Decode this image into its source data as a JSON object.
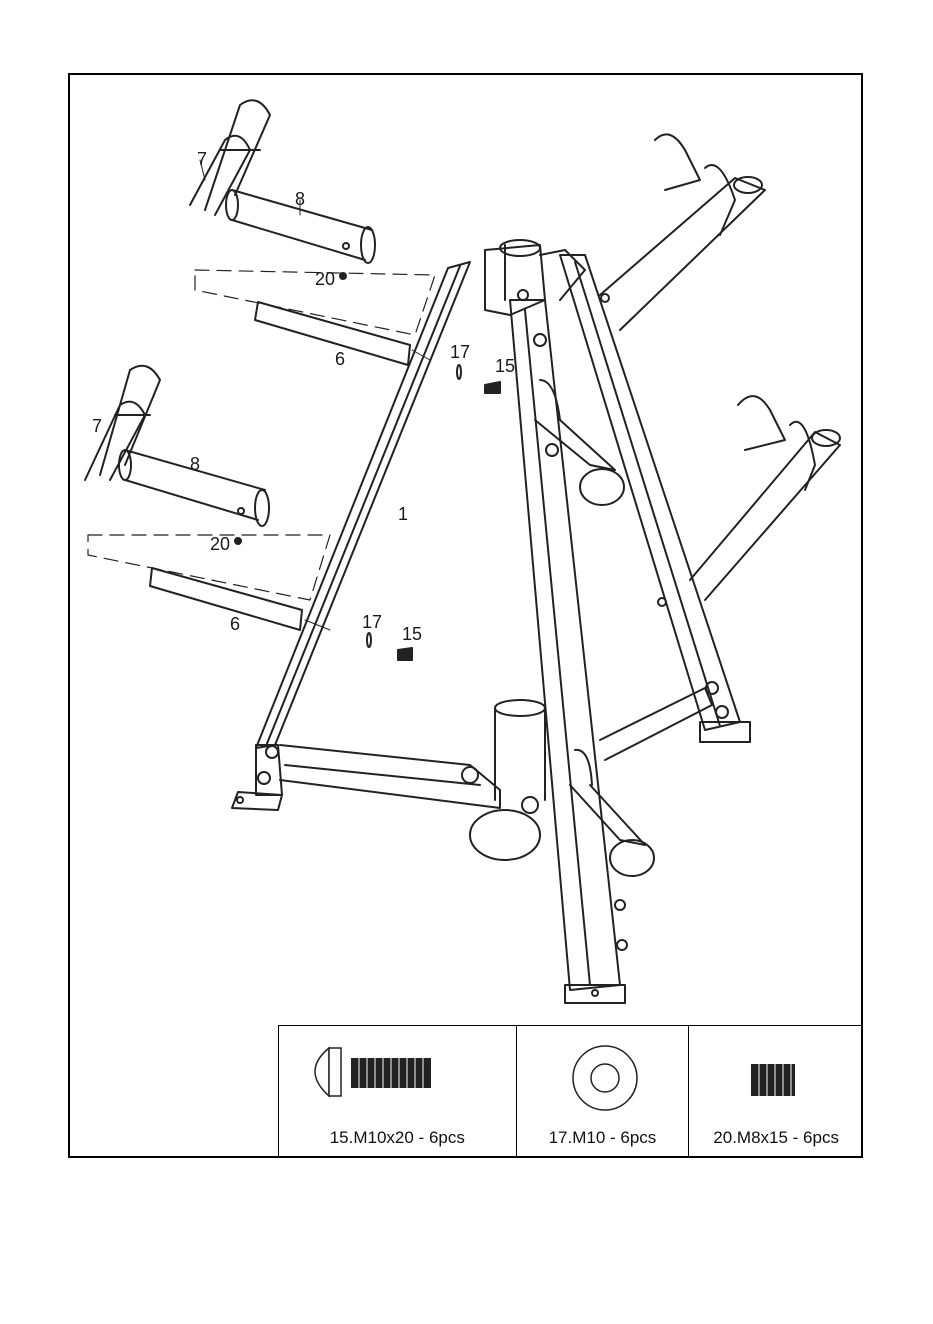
{
  "diagram": {
    "callouts": {
      "top_clip": "7",
      "top_sleeve": "8",
      "top_pin": "20",
      "top_tube": "6",
      "top_washer": "17",
      "top_bolt": "15",
      "frame": "1",
      "mid_clip": "7",
      "mid_sleeve": "8",
      "mid_pin": "20",
      "mid_tube": "6",
      "mid_washer": "17",
      "mid_bolt": "15"
    }
  },
  "hardware": [
    {
      "label": "15.M10x20 - 6pcs",
      "icon": "bolt-icon"
    },
    {
      "label": "17.M10 - 6pcs",
      "icon": "washer-icon"
    },
    {
      "label": "20.M8x15 - 6pcs",
      "icon": "set-screw-icon"
    }
  ]
}
